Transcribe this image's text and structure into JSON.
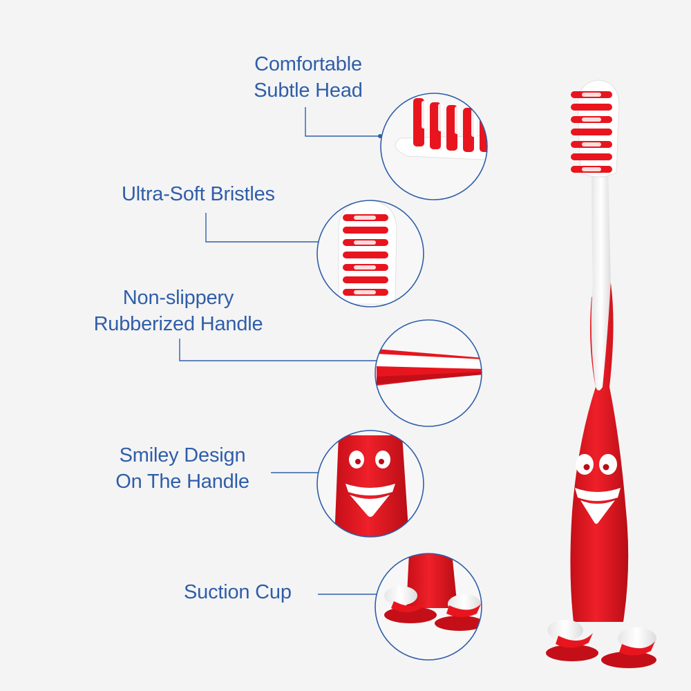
{
  "callouts": [
    {
      "id": "head",
      "lines": [
        "Comfortable",
        "Subtle Head"
      ]
    },
    {
      "id": "bristles",
      "lines": [
        "Ultra-Soft Bristles"
      ]
    },
    {
      "id": "handle",
      "lines": [
        "Non-slippery",
        "Rubberized Handle"
      ]
    },
    {
      "id": "smiley",
      "lines": [
        "Smiley Design",
        "On The Handle"
      ]
    },
    {
      "id": "suction",
      "lines": [
        "Suction Cup"
      ]
    }
  ],
  "colors": {
    "accent": "#2f5ea8",
    "brush_red": "#e8151f",
    "brush_white": "#ffffff",
    "background": "#f4f4f5"
  }
}
